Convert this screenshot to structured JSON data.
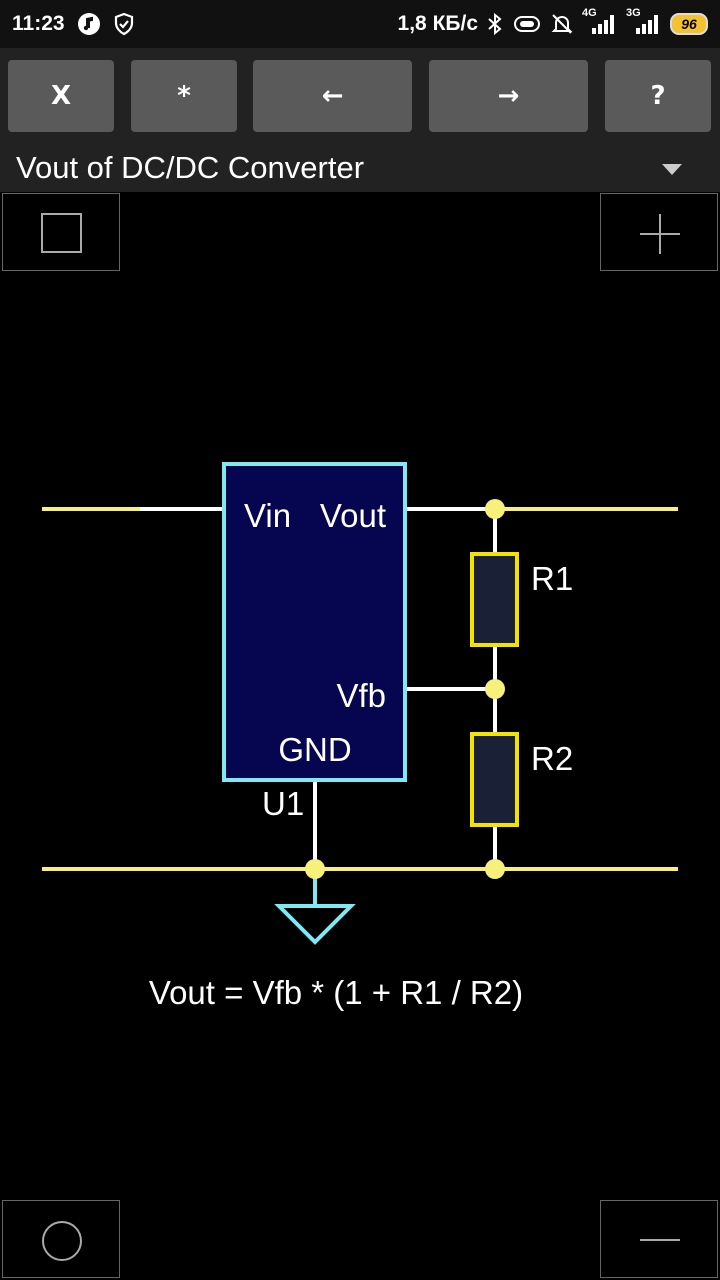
{
  "status_bar": {
    "time": "11:23",
    "net_speed": "1,8 КБ/с",
    "net_4g": "4G",
    "net_3g": "3G",
    "battery": "96",
    "icons": [
      "music-icon",
      "shield-check-icon",
      "bluetooth-icon",
      "vibrate-icon",
      "alarm-off-icon",
      "signal-4g-icon",
      "signal-3g-icon",
      "battery-icon"
    ]
  },
  "toolbar": {
    "buttons": [
      {
        "label": "X"
      },
      {
        "label": "*"
      },
      {
        "label": "←"
      },
      {
        "label": "→"
      },
      {
        "label": "?"
      }
    ]
  },
  "title": {
    "text": "Vout of DC/DC Converter"
  },
  "corner_controls": {
    "top_left_icon": "square-icon",
    "top_right_icon": "plus-icon",
    "bottom_left_icon": "circle-icon",
    "bottom_right_icon": "minus-icon"
  },
  "diagram": {
    "chip": {
      "pin_vin": "Vin",
      "pin_vout": "Vout",
      "pin_vfb": "Vfb",
      "pin_gnd": "GND",
      "ref": "U1"
    },
    "r1": "R1",
    "r2": "R2",
    "formula": "Vout = Vfb * (1 + R1 / R2)",
    "colors": {
      "wire": "#ffffff",
      "rail": "#f7f07a",
      "chip_fill": "#050550",
      "chip_border": "#7fe8f2",
      "resistor_fill": "#1a2035",
      "resistor_border": "#f2e400",
      "junction": "#f7f07a",
      "ground": "#7fe8f2"
    }
  }
}
